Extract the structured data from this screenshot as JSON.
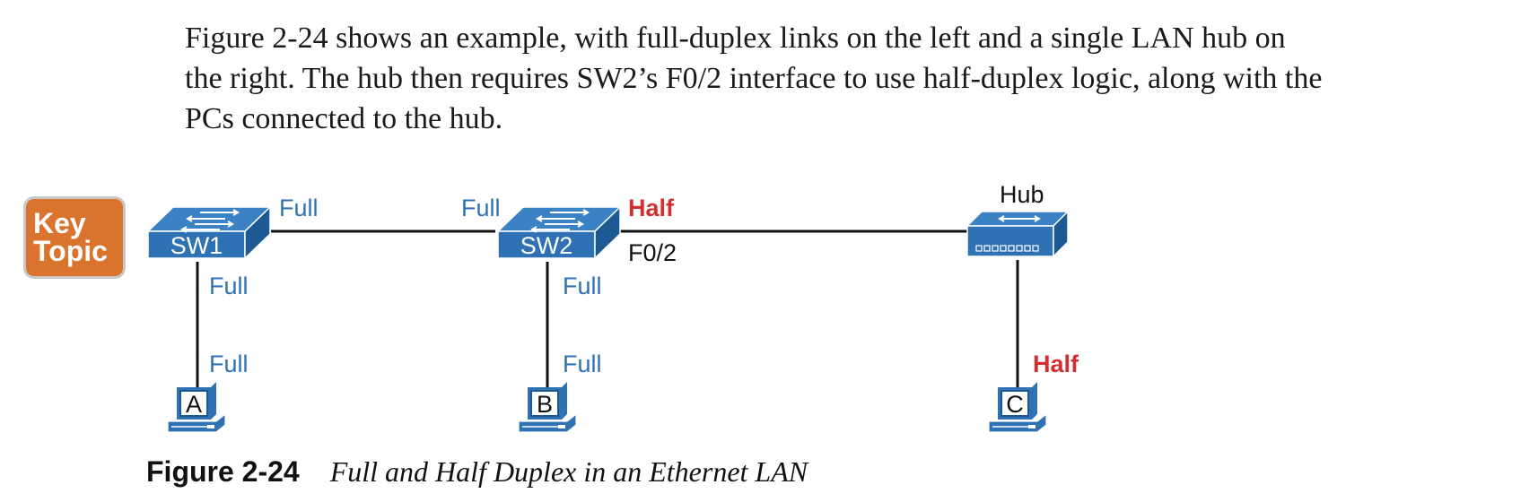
{
  "paragraph": {
    "lines": [
      "Figure 2-24 shows an example, with full-duplex links on the left and a single LAN hub on",
      "the right. The hub then requires SW2’s F0/2 interface to use half-duplex logic, along with the",
      "PCs connected to the hub."
    ]
  },
  "key_topic": {
    "line1": "Key",
    "line2": "Topic"
  },
  "diagram": {
    "sw1": {
      "name": "SW1",
      "right_port": "Full",
      "down_port": "Full"
    },
    "sw2": {
      "name": "SW2",
      "left_port": "Full",
      "right_port": "Half",
      "interface": "F0/2",
      "down_port": "Full"
    },
    "hub": {
      "name": "Hub"
    },
    "pc_a": {
      "name": "A",
      "port": "Full"
    },
    "pc_b": {
      "name": "B",
      "port": "Full"
    },
    "pc_c": {
      "name": "C",
      "port": "Half"
    },
    "colors": {
      "device_blue": "#2e72b3",
      "half_red": "#d32f2f",
      "key_topic_orange": "#d9732e"
    },
    "icons": [
      "switch-icon",
      "hub-icon",
      "pc-icon"
    ]
  },
  "caption": {
    "number": "Figure 2-24",
    "title": "Full and Half Duplex in an Ethernet LAN"
  }
}
